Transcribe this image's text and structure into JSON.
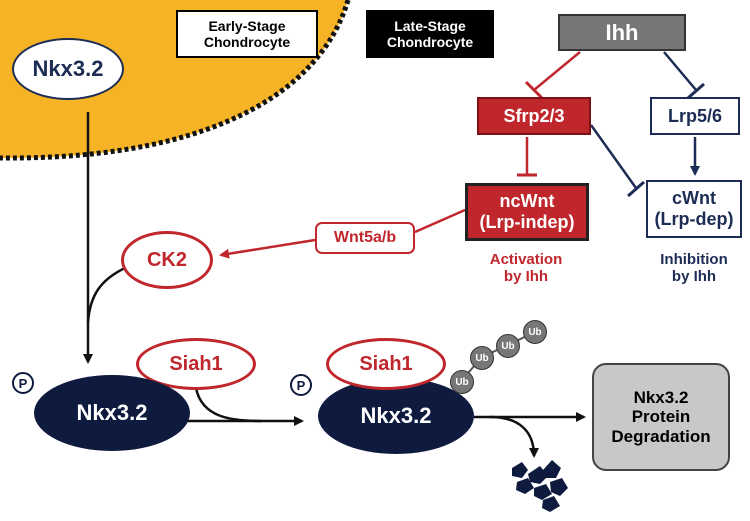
{
  "stages": {
    "early": [
      "Early-Stage",
      "Chondrocyte"
    ],
    "late": [
      "Late-Stage",
      "Chondrocyte"
    ]
  },
  "nodes": {
    "nkx_top": "Nkx3.2",
    "ihh": "Ihh",
    "sfrp": "Sfrp2/3",
    "lrp": "Lrp5/6",
    "ncwnt": [
      "ncWnt",
      "(Lrp-indep)"
    ],
    "cwnt": [
      "cWnt",
      "(Lrp-dep)"
    ],
    "wnt5": "Wnt5a/b",
    "ck2": "CK2",
    "siah1_a": "Siah1",
    "siah1_b": "Siah1",
    "nkx_a": "Nkx3.2",
    "nkx_b": "Nkx3.2",
    "degradation": [
      "Nkx3.2",
      "Protein",
      "Degradation"
    ]
  },
  "annotations": {
    "activation": [
      "Activation",
      "by Ihh"
    ],
    "inhibition": [
      "Inhibition",
      "by Ihh"
    ]
  },
  "phospho_label": "P",
  "ubiquitin_label": "Ub",
  "colors": {
    "chondrocyte_region": "#f5b325",
    "red": "#c0272d",
    "navy": "#1c2c55",
    "dark_navy": "#0e1b3f",
    "gray": "#777777"
  }
}
